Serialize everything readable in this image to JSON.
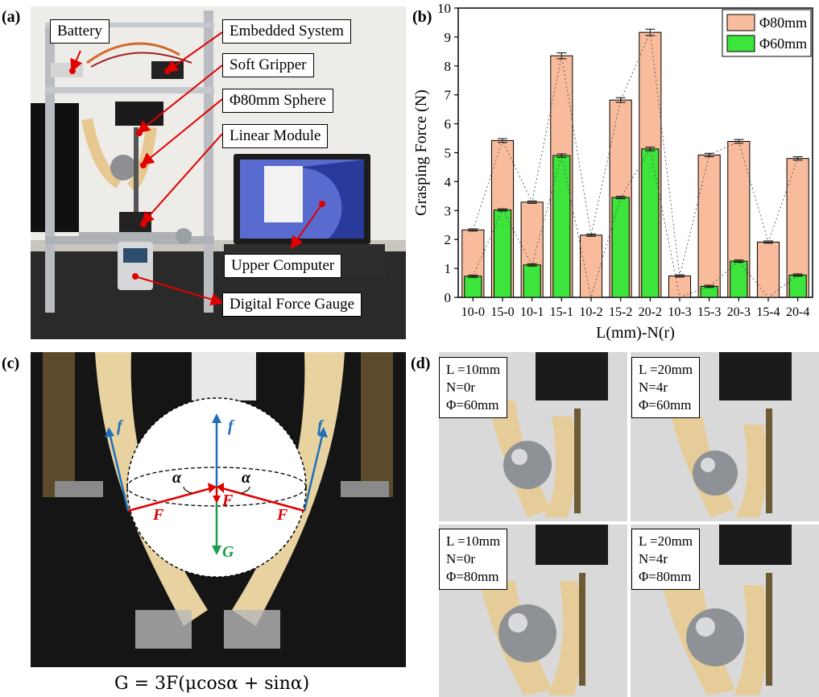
{
  "panels": {
    "a": {
      "label": "(a)",
      "callouts": [
        "Battery",
        "Embedded System",
        "Soft Gripper",
        "Φ80mm Sphere",
        "Linear Module",
        "Upper Computer",
        "Digital Force Gauge"
      ]
    },
    "b": {
      "label": "(b)"
    },
    "c": {
      "label": "(c)",
      "force_labels": {
        "f": "f",
        "F": "F",
        "G": "G",
        "alpha": "α"
      },
      "equation": "G = 3F(μcosα + sinα)"
    },
    "d": {
      "label": "(d)",
      "images": [
        {
          "lines": [
            "L =10mm",
            "N=0r",
            "Φ=60mm"
          ]
        },
        {
          "lines": [
            "L =20mm",
            "N=4r",
            "Φ=60mm"
          ]
        },
        {
          "lines": [
            "L =10mm",
            "N=0r",
            "Φ=80mm"
          ]
        },
        {
          "lines": [
            "L =20mm",
            "N=4r",
            "Φ=80mm"
          ]
        }
      ]
    }
  },
  "chart_data": {
    "type": "bar",
    "categories": [
      "10-0",
      "15-0",
      "10-1",
      "15-1",
      "10-2",
      "15-2",
      "20-2",
      "10-3",
      "15-3",
      "20-3",
      "15-4",
      "20-4"
    ],
    "series": [
      {
        "name": "Φ80mm",
        "color": "#f8bc9c",
        "values": [
          2.33,
          5.42,
          3.29,
          8.35,
          2.15,
          6.82,
          9.16,
          0.74,
          4.92,
          5.39,
          1.91,
          4.8
        ]
      },
      {
        "name": "Φ60mm",
        "color": "#3ce43c",
        "values": [
          0.73,
          3.02,
          1.12,
          4.9,
          null,
          3.45,
          5.13,
          null,
          0.38,
          1.25,
          null,
          0.77
        ]
      }
    ],
    "xlabel": "L(mm)-N(r)",
    "ylabel": "Grasping Force (N)",
    "ylim": [
      0,
      10
    ],
    "yticks": [
      0,
      1,
      2,
      3,
      4,
      5,
      6,
      7,
      8,
      9,
      10
    ],
    "legend": "top-right",
    "error_bars": true,
    "trend_lines": "dotted"
  }
}
